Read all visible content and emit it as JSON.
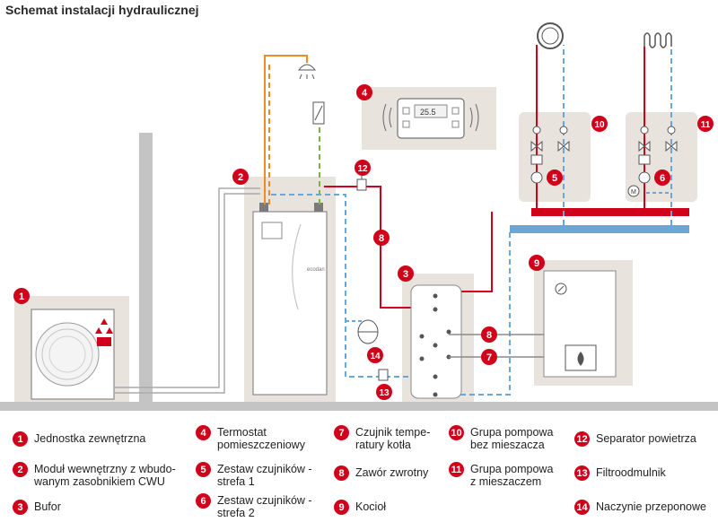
{
  "title": "Schemat instalacji hydraulicznej",
  "thermostat_display": "25.5",
  "indoor_unit_label": "ecodan",
  "colors": {
    "hot_pipe": "#d0021b",
    "return_pipe": "#6aa7d9",
    "dhw_pipe": "#f08a24",
    "sensor_wire": "#7cb342",
    "panel": "#e9e3dd",
    "wall": "#c4c4c4",
    "badge": "#d0021b"
  },
  "badges": [
    "1",
    "2",
    "3",
    "4",
    "5",
    "6",
    "7",
    "8",
    "9",
    "10",
    "11",
    "12",
    "13",
    "14"
  ],
  "legend": [
    {
      "num": "1",
      "text": "Jednostka zewnętrzna"
    },
    {
      "num": "2",
      "text": "Moduł wewnętrzny z wbudo-\nwanym zasobnikiem CWU"
    },
    {
      "num": "3",
      "text": "Bufor"
    },
    {
      "num": "4",
      "text": "Termostat\npomieszczeniowy"
    },
    {
      "num": "5",
      "text": "Zestaw czujników -\nstrefa 1"
    },
    {
      "num": "6",
      "text": "Zestaw czujników -\nstrefa 2"
    },
    {
      "num": "7",
      "text": "Czujnik tempe-\nratury kotła"
    },
    {
      "num": "8",
      "text": "Zawór zwrotny"
    },
    {
      "num": "9",
      "text": "Kocioł"
    },
    {
      "num": "10",
      "text": "Grupa pompowa\nbez mieszacza"
    },
    {
      "num": "11",
      "text": "Grupa pompowa\nz mieszaczem"
    },
    {
      "num": "12",
      "text": "Separator powietrza"
    },
    {
      "num": "13",
      "text": "Filtroodmulnik"
    },
    {
      "num": "14",
      "text": "Naczynie przeponowe"
    }
  ]
}
